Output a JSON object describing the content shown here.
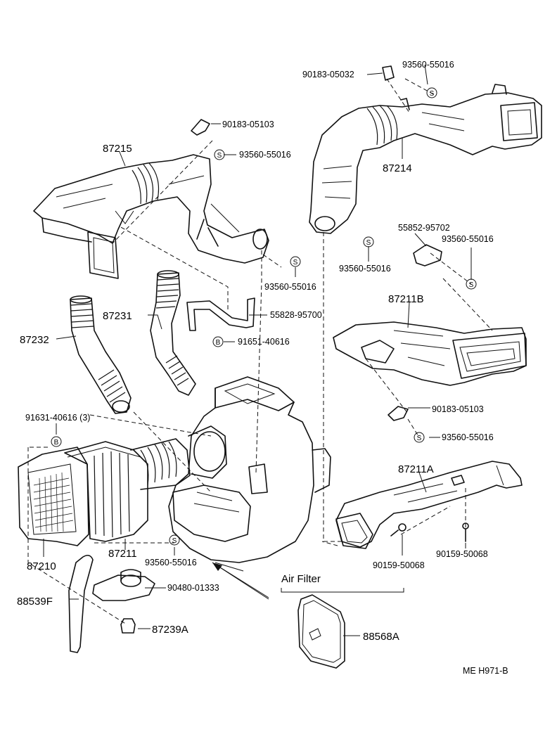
{
  "parts": {
    "p87215": "87215",
    "p87214": "87214",
    "p87231": "87231",
    "p87232": "87232",
    "p87210": "87210",
    "p87211": "87211",
    "p87211b": "87211B",
    "p87211a": "87211A",
    "p88539f": "88539F",
    "p87239a": "87239A",
    "p88568a": "88568A"
  },
  "part_numbers": {
    "n90183_05032": "90183-05032",
    "n93560_top_right": "93560-55016",
    "n90183_05103_top": "90183-05103",
    "n93560_top_left": "93560-55016",
    "n93560_mid_left": "93560-55016",
    "n93560_mid_right": "93560-55016",
    "n55852_95702": "55852-95702",
    "n93560_right_bracket": "93560-55016",
    "n55828_95700": "55828-95700",
    "n91651_40616": "91651-40616",
    "n91631_40616": "91631-40616 (3)",
    "n90183_05103_mid": "90183-05103",
    "n93560_mid_lower": "93560-55016",
    "n93560_bottom": "93560-55016",
    "n90480_01333": "90480-01333",
    "n90159_50068_a": "90159-50068",
    "n90159_50068_b": "90159-50068"
  },
  "symbols": {
    "s": "S",
    "b": "B"
  },
  "air_filter_label": "Air Filter",
  "figure_code": "ME H971-B"
}
